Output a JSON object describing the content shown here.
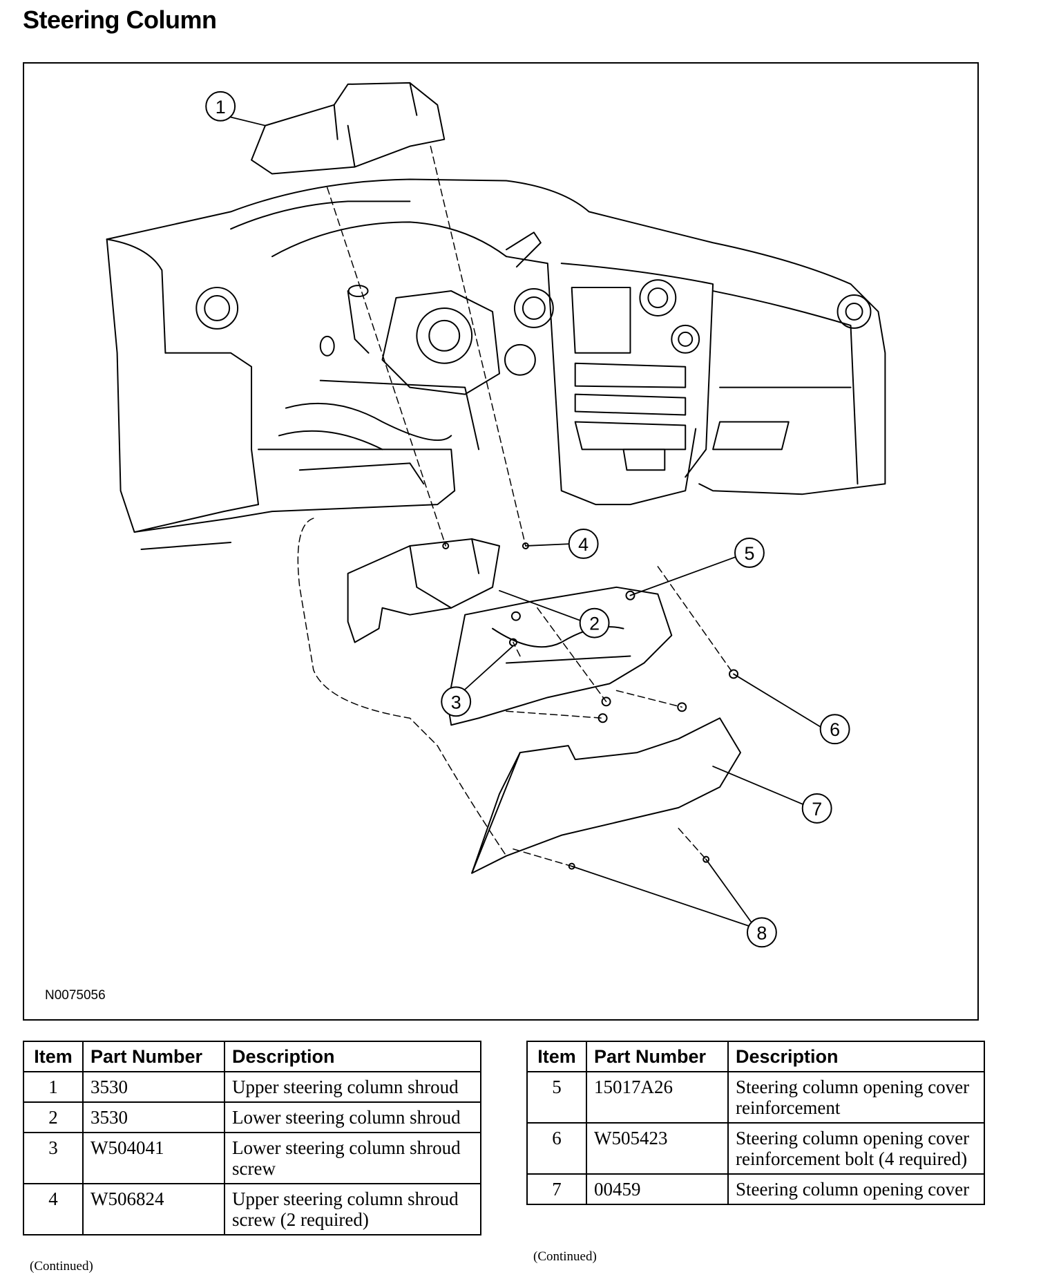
{
  "page_title": "Steering Column",
  "figure": {
    "id": "N0075056",
    "callouts": [
      "1",
      "2",
      "3",
      "4",
      "5",
      "6",
      "7",
      "8"
    ]
  },
  "table_headers": {
    "item": "Item",
    "part_number": "Part Number",
    "description": "Description"
  },
  "tables": [
    {
      "rows": [
        {
          "item": "1",
          "part_number": "3530",
          "description": "Upper steering column shroud"
        },
        {
          "item": "2",
          "part_number": "3530",
          "description": "Lower steering column shroud"
        },
        {
          "item": "3",
          "part_number": "W504041",
          "description": "Lower steering column shroud screw"
        },
        {
          "item": "4",
          "part_number": "W506824",
          "description": "Upper steering column shroud screw (2 required)"
        }
      ],
      "footer": "(Continued)"
    },
    {
      "rows": [
        {
          "item": "5",
          "part_number": "15017A26",
          "description": "Steering column opening cover reinforcement"
        },
        {
          "item": "6",
          "part_number": "W505423",
          "description": "Steering column opening cover reinforcement bolt (4 required)"
        },
        {
          "item": "7",
          "part_number": "00459",
          "description": "Steering column opening cover"
        }
      ],
      "footer": "(Continued)"
    }
  ]
}
